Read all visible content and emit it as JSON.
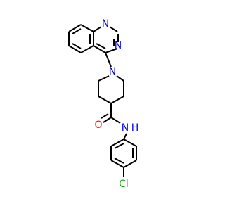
{
  "molecule": {
    "atoms": [
      {
        "id": "n_quin_top",
        "text": "N",
        "color": "#0000ff"
      },
      {
        "id": "n_quin_right",
        "text": "N",
        "color": "#0000ff"
      },
      {
        "id": "n_piperidine",
        "text": "N",
        "color": "#0000ff"
      },
      {
        "id": "o_carbonyl",
        "text": "O",
        "color": "#ff0000"
      },
      {
        "id": "nh_amide",
        "text": "N",
        "color": "#0000ff"
      },
      {
        "id": "h_amide",
        "text": "H",
        "color": "#0000ff"
      },
      {
        "id": "cl",
        "text": "Cl",
        "color": "#00aa00"
      }
    ]
  }
}
